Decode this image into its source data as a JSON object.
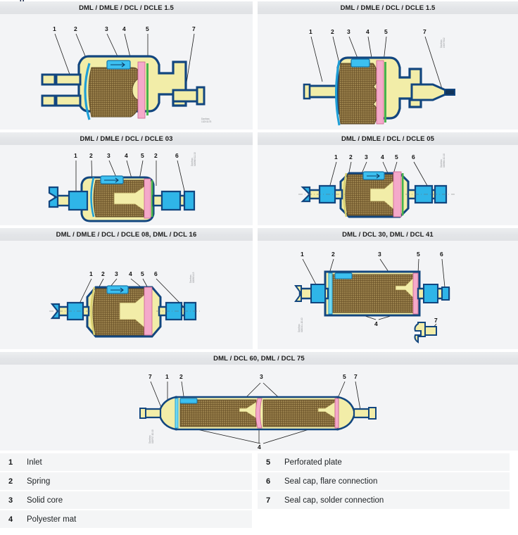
{
  "document": {
    "type": "technical-cross-section-diagram-sheet",
    "cut_off_heading_fragment": "g"
  },
  "panels": [
    {
      "id": "dml-dmle-dcl-dcle-1-5-a",
      "title": "DML / DMLE / DCL / DCLE 1.5",
      "row": 1,
      "col": 1,
      "callouts": [
        "1",
        "2",
        "3",
        "4",
        "5",
        "7"
      ],
      "watermark": "Danfoss\n132X1175",
      "flow_arrow": true
    },
    {
      "id": "dml-dmle-dcl-dcle-1-5-b",
      "title": "DML / DMLE / DCL / DCLE 1.5",
      "row": 1,
      "col": 2,
      "callouts": [
        "1",
        "2",
        "3",
        "4",
        "5",
        "7"
      ],
      "watermark": "Danfoss\n132X7012",
      "flow_arrow": false
    },
    {
      "id": "dml-dmle-dcl-dcle-03",
      "title": "DML / DMLE / DCL / DCLE 03",
      "row": 2,
      "col": 1,
      "callouts": [
        "1",
        "2",
        "3",
        "4",
        "5",
        "2",
        "6"
      ],
      "watermark": "Danfoss\n020B63.11.10",
      "flow_arrow": true
    },
    {
      "id": "dml-dmle-dcl-dcle-05",
      "title": "DML / DMLE / DCL / DCLE 05",
      "row": 2,
      "col": 2,
      "callouts": [
        "1",
        "2",
        "3",
        "4",
        "5",
        "6"
      ],
      "watermark": "Danfoss\n020B64.10.10",
      "flow_arrow": true
    },
    {
      "id": "dml-dmle-dcl-dcle-08-16",
      "title": "DML / DMLE / DCL / DCLE 08, DML / DCL 16",
      "row": 3,
      "col": 1,
      "callouts": [
        "1",
        "2",
        "3",
        "4",
        "5",
        "6"
      ],
      "watermark": "Danfoss\n020B31.13",
      "flow_arrow": true
    },
    {
      "id": "dml-dcl-30-41",
      "title": "DML / DCL 30, DML / DCL 41",
      "row": 3,
      "col": 2,
      "callouts": [
        "1",
        "2",
        "3",
        "5",
        "6",
        "4",
        "7"
      ],
      "watermark": "Danfoss\n020DCL.10.10",
      "flow_arrow": true,
      "detached_seal_cap": true
    },
    {
      "id": "dml-dcl-60-75",
      "title": "DML / DCL 60, DML / DCL 75",
      "row": 4,
      "col": 0,
      "callouts": [
        "7",
        "1",
        "2",
        "3",
        "5",
        "7",
        "4"
      ],
      "watermark": "Danfoss\n020F07.10.10",
      "flow_arrow": true
    }
  ],
  "legend": {
    "left": [
      {
        "num": "1",
        "label": "Inlet"
      },
      {
        "num": "2",
        "label": "Spring"
      },
      {
        "num": "3",
        "label": "Solid core"
      },
      {
        "num": "4",
        "label": "Polyester mat"
      }
    ],
    "right": [
      {
        "num": "5",
        "label": "Perforated plate"
      },
      {
        "num": "6",
        "label": "Seal cap, flare connection"
      },
      {
        "num": "7",
        "label": "Seal cap, solder connection"
      }
    ]
  },
  "colors": {
    "panel_bg": "#f3f4f6",
    "header_bg": "#e4e6e9",
    "legend_row_bg": "#f4f5f6",
    "page_bg": "#ffffff",
    "body_outline": "#12467f",
    "body_fill": "#f2eda8",
    "core_fill": "#7c6334",
    "core_pattern": "#b39a5e",
    "perforated_plate": "#f0a8c8",
    "spring_blue": "#2fb5e8",
    "flare_blue": "#25b0e6",
    "text": "#1a1a1a"
  }
}
